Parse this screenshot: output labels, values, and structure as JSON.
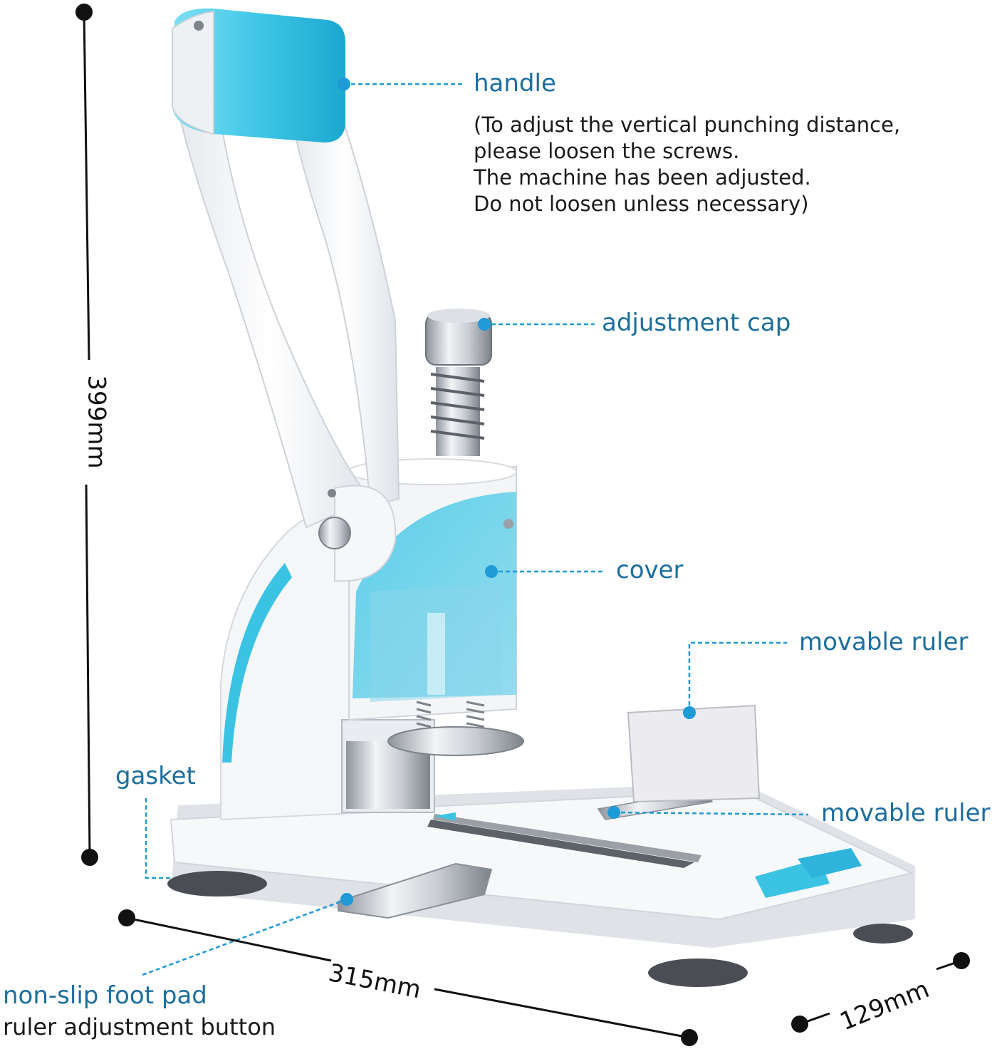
{
  "labels": {
    "handle": "handle",
    "handle_note": [
      "(To adjust the vertical punching distance,",
      "please loosen the screws.",
      "The machine has been adjusted.",
      "Do not loosen unless necessary)"
    ],
    "adjustment_cap": "adjustment cap",
    "cover": "cover",
    "movable_ruler_top": "movable ruler",
    "movable_ruler_side": "movable ruler",
    "gasket": "gasket",
    "non_slip_foot_pad": "non-slip foot pad",
    "ruler_adjustment_button": "ruler adjustment button"
  },
  "dimensions": {
    "height": "399mm",
    "length": "315mm",
    "width": "129mm"
  },
  "colors": {
    "accent": "#3bc3e4",
    "label_text": "#1c6e9e",
    "marker": "#1e9ad6",
    "body": "#f4f5f7",
    "metal": "#c9cdd2"
  }
}
